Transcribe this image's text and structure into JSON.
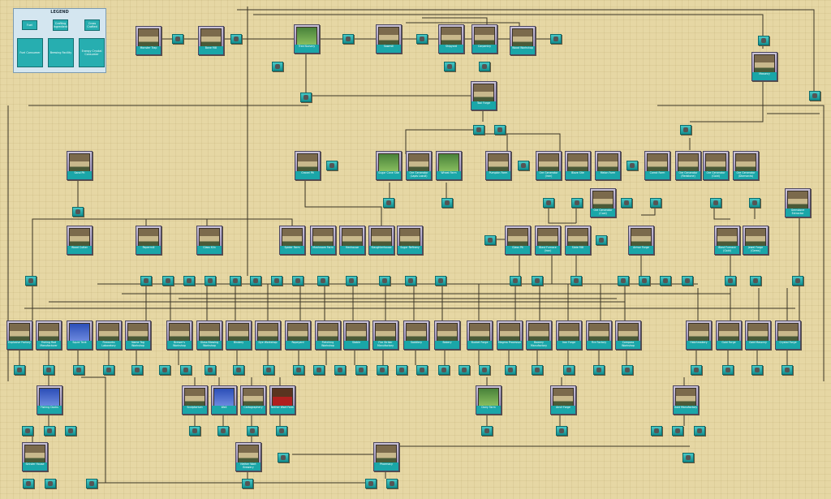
{
  "legend": {
    "title": "LEGEND",
    "entries": [
      "Fuel",
      "Crafting Ingredient",
      "Cross Crafted",
      "Fuel Consumer",
      "Brewing Facility",
      "Energy Crystal Consumer"
    ]
  },
  "buildings": [
    "Monster Trap",
    "Bone Mill",
    "Tree Nursery",
    "Sawmill",
    "Shipyard",
    "Carpentry",
    "Wood Workshop",
    "Masonry",
    "Tool Forge",
    "Sand Pit",
    "Gravel Pit",
    "Sugar Cane Site",
    "Ore Generator (Lapis Lazuli)",
    "Wheat Farm",
    "Pumpkin Farm",
    "Ore Generator (Iron)",
    "Blaze Site",
    "Melon Farm",
    "Carrot Farm",
    "Ore Generator (Redstone)",
    "Ore Generator (Gold)",
    "Ore Generator (Diamonds)",
    "Ore Generator (Coal)",
    "Gemstone Extractor",
    "Wood Cutter",
    "Papermill",
    "Glass Kiln",
    "Spider Farm",
    "Mushroom Farm",
    "Henhouse",
    "Slaughterhouse",
    "Sugar Refinery",
    "Glass Pit",
    "Blast Furnace (Iron)",
    "Slate Mill",
    "Armor Forge",
    "Blast Furnace (Gold)",
    "Jewel Forge (Gems)",
    "Explosive Factory",
    "Fishing Rod Manufacturer",
    "Squid Tank",
    "Fireworks Laboratory",
    "Name Tag Workshop",
    "Brewer's Workshop",
    "Glass Blowing Workshop",
    "Bindery",
    "Dye Workshop",
    "Ropeyard",
    "Fletching Workshop",
    "Stable",
    "Fire Striker Manufactory",
    "Saddlery",
    "Bakery",
    "Bucket Forge",
    "Magma Processor",
    "Bowery Manufactory",
    "Iron Forge",
    "Fire Factory",
    "Compass Workshop",
    "Hatchmakery",
    "Gold Forge",
    "Gold Masonry",
    "Crystal Forge",
    "Fishing Docks",
    "Sculptorium",
    "Well",
    "Cartographery",
    "Nether Wart Farm",
    "Dairy Farm",
    "Anvil Forge",
    "Gold Manufactory",
    "Sinister House",
    "Nether Wart Brewery",
    "Pharmacy"
  ]
}
